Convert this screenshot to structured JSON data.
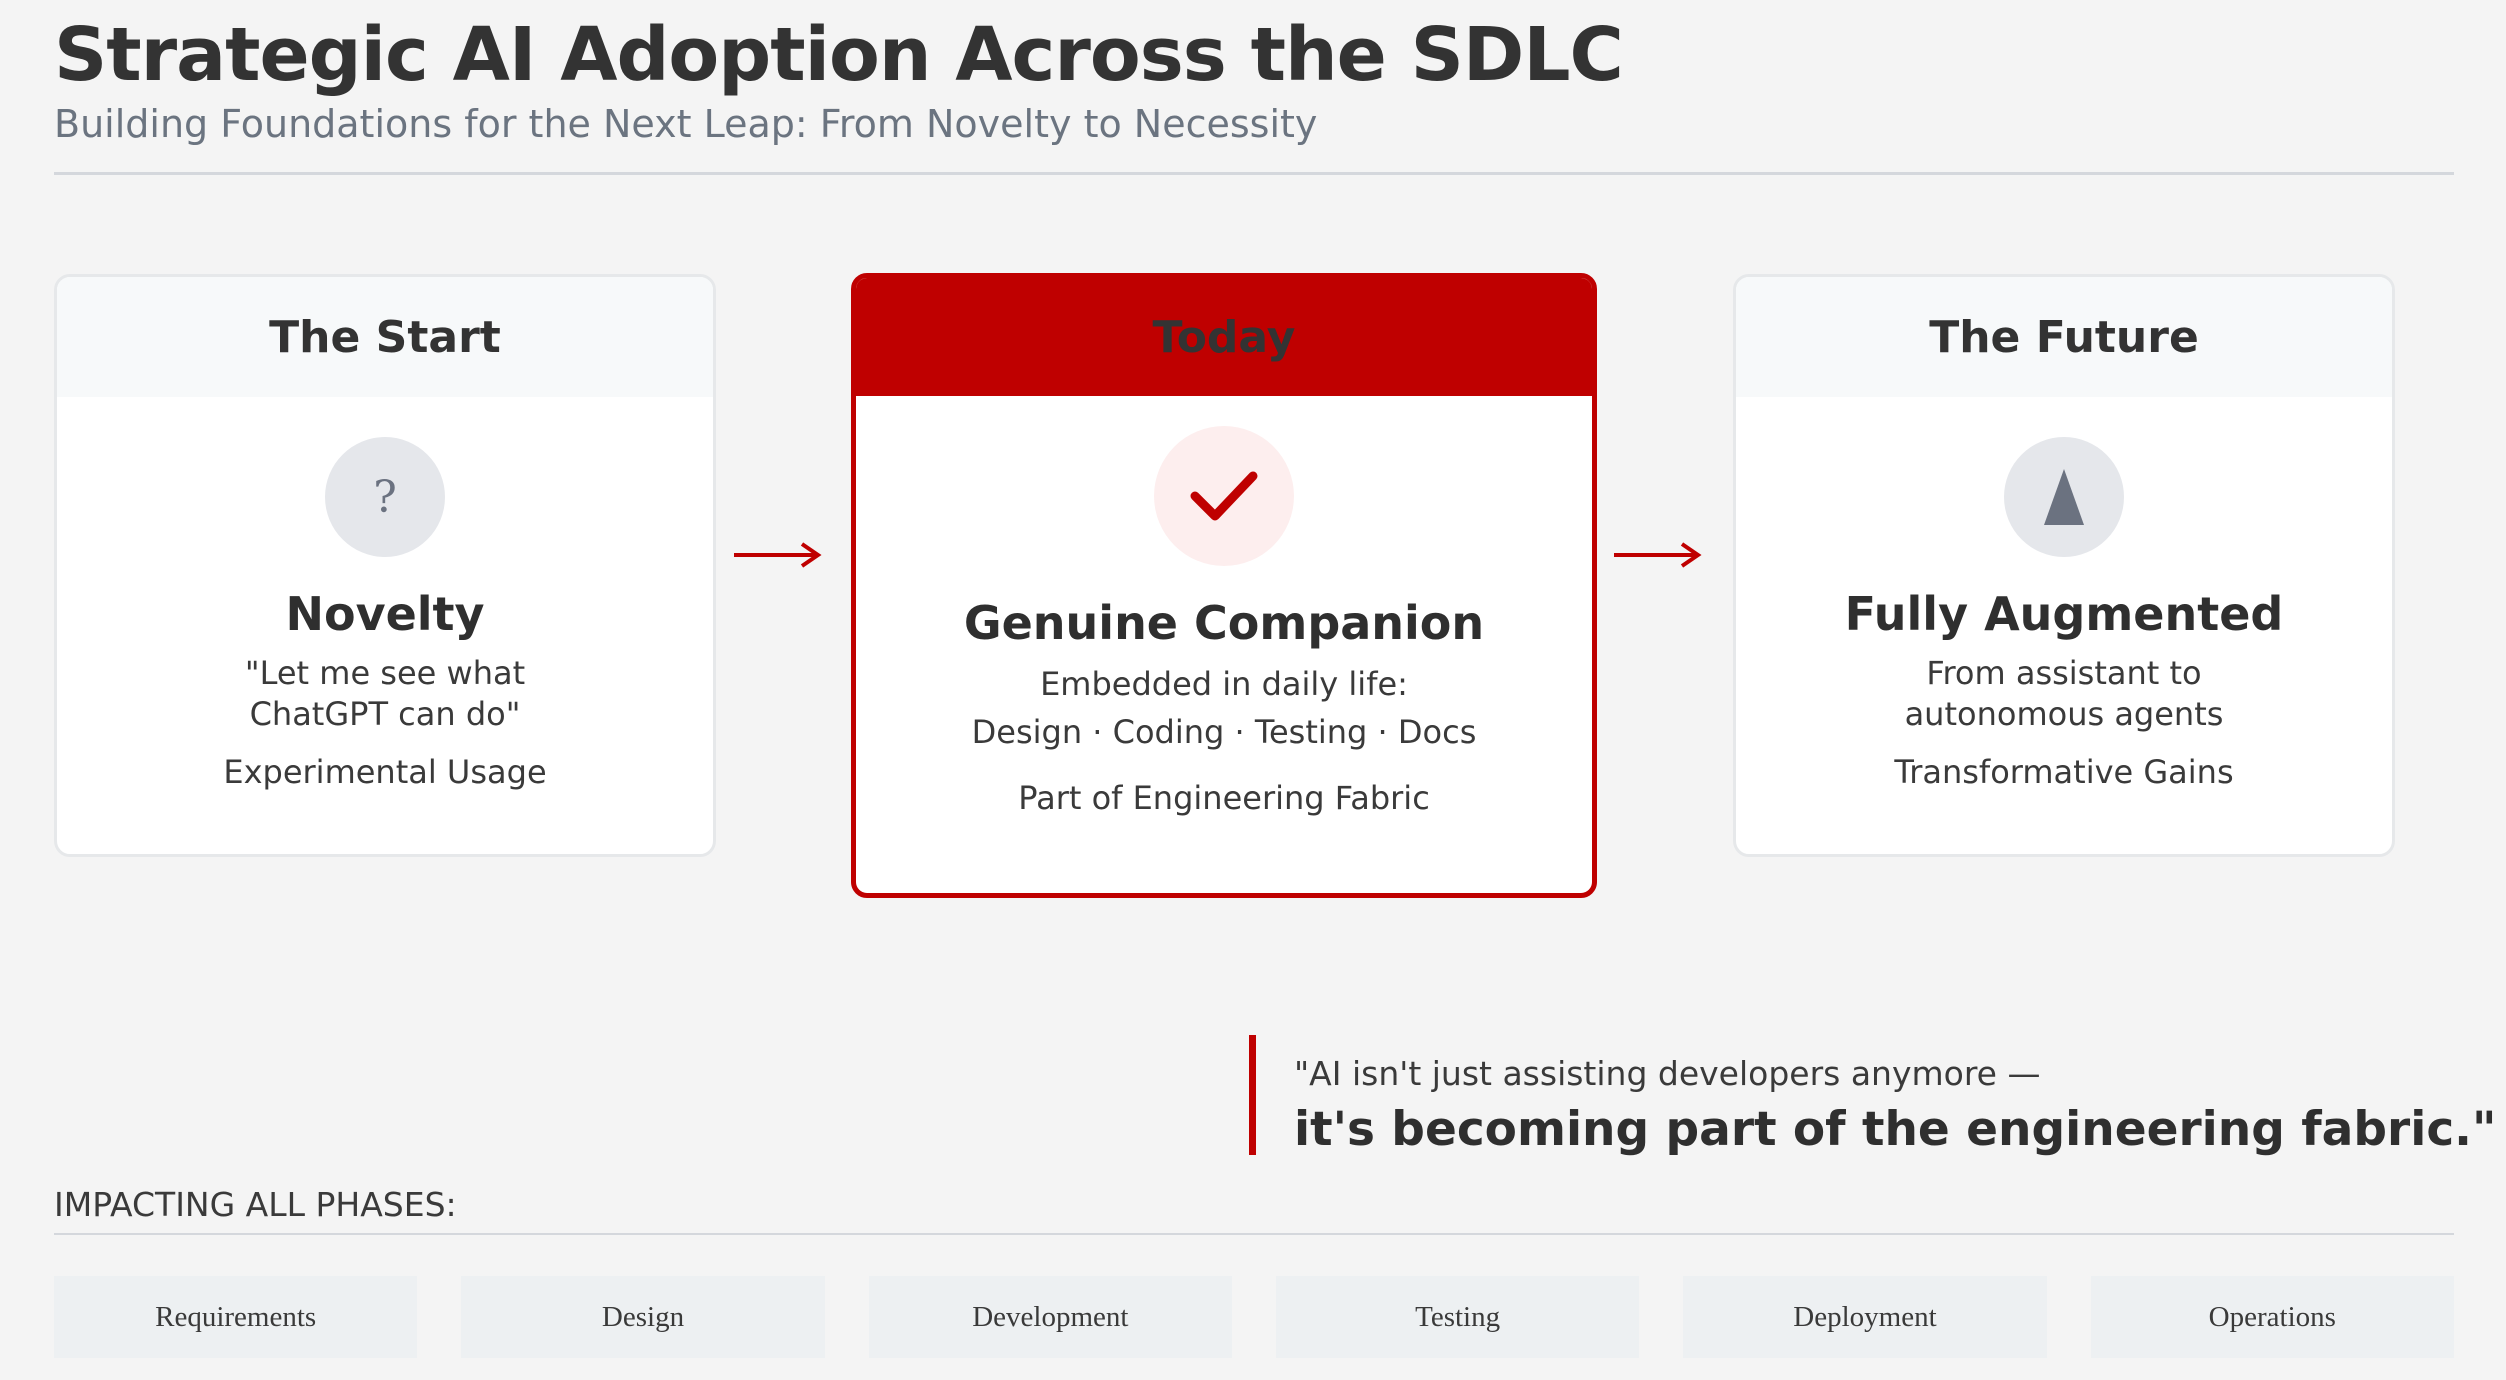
{
  "header": {
    "title": "Strategic AI Adoption Across the SDLC",
    "subtitle": "Building Foundations for the Next Leap: From Novelty to Necessity"
  },
  "stages": {
    "start": {
      "heading": "The Start",
      "icon": "question-mark-icon",
      "icon_glyph": "?",
      "title": "Novelty",
      "desc_line1": "\"Let me see what",
      "desc_line2": "ChatGPT can do\"",
      "foot": "Experimental Usage"
    },
    "today": {
      "heading": "Today",
      "icon": "checkmark-icon",
      "title": "Genuine Companion",
      "desc": "Embedded in daily life:",
      "list": "Design · Coding · Testing · Docs",
      "foot": "Part of Engineering Fabric"
    },
    "future": {
      "heading": "The Future",
      "icon": "rocket-icon",
      "title": "Fully Augmented",
      "desc_line1": "From assistant to",
      "desc_line2": "autonomous agents",
      "foot": "Transformative Gains"
    }
  },
  "quote": {
    "line1": "\"AI isn't just assisting developers anymore —",
    "line2": "it's becoming part of the engineering fabric.\""
  },
  "phases": {
    "label": "IMPACTING ALL PHASES:",
    "items": [
      "Requirements",
      "Design",
      "Development",
      "Testing",
      "Deployment",
      "Operations"
    ]
  },
  "colors": {
    "accent": "#bf0000",
    "background": "#f4f4f4",
    "card_header": "#f7f9fa",
    "icon_bg": "#e5e7eb",
    "today_icon_bg": "#fdeeee",
    "phase_bg": "#edf0f2"
  }
}
